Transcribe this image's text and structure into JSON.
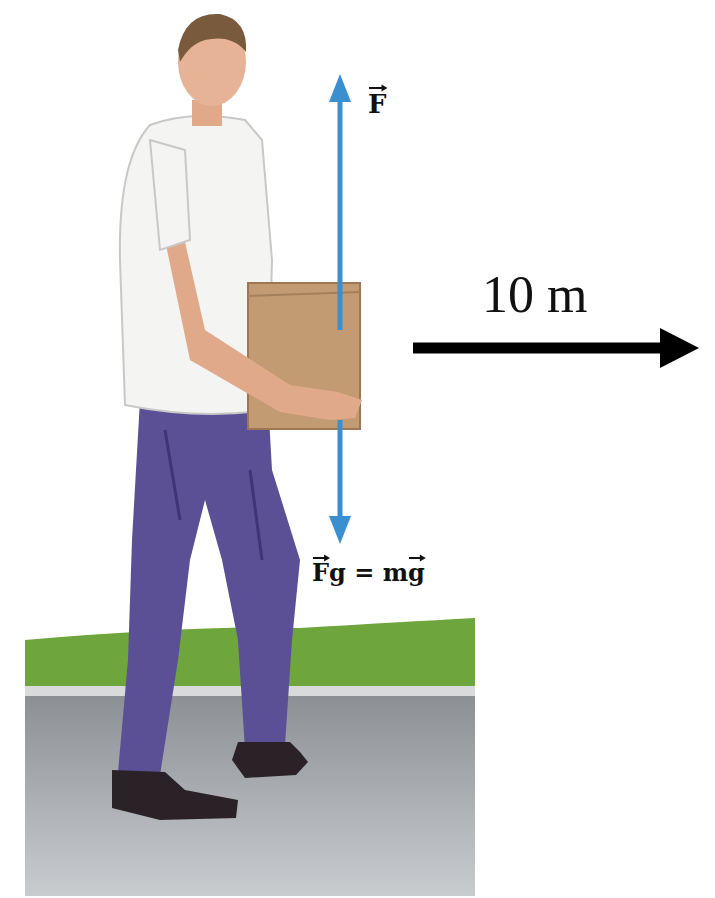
{
  "diagram": {
    "labels": [
      "F",
      "Fg = mg",
      "10 m"
    ]
  }
}
